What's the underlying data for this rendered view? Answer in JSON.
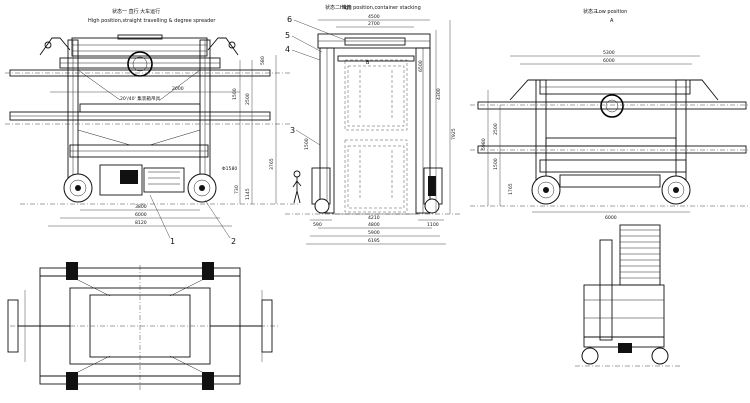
{
  "views": {
    "left_title": "High position,straight travelling & degree spreader",
    "left_title_cn": "状态一  直行  大车运行",
    "center_title": "High position,container stacking",
    "center_title_cn": "状态二  堆箱",
    "center_mark": "B",
    "right_title": "Low position",
    "right_title_cn": "状态三",
    "right_mark": "A"
  },
  "left_view": {
    "spreader_note": "20'/40' 集装箱吊具",
    "d_2000": "2000",
    "d_3800": "3800",
    "d_6000": "6000",
    "d_8120": "8120",
    "d_1500": "1500",
    "d_2500": "2500",
    "d_3765": "3765",
    "d_1580": "Φ1580",
    "d_730": "730",
    "d_1145": "1145",
    "d_580": "580"
  },
  "center_view": {
    "d_4500": "4500",
    "d_2700": "2700",
    "d_4210": "4210",
    "d_590": "590",
    "d_1100": "1100",
    "d_4800": "4800",
    "d_5900": "5900",
    "d_6195": "6195",
    "d_6500_v": "6500",
    "d_7925": "7925",
    "d_4300": "4300",
    "d_1500": "1500"
  },
  "right_view": {
    "d_5300": "5300",
    "d_6000_top": "6000",
    "d_6000_bot": "6000",
    "d_5980": "5980",
    "d_2500": "2500",
    "d_1500": "1500",
    "d_1765": "1765"
  },
  "callouts": [
    "1",
    "2",
    "3",
    "4",
    "5",
    "6"
  ]
}
